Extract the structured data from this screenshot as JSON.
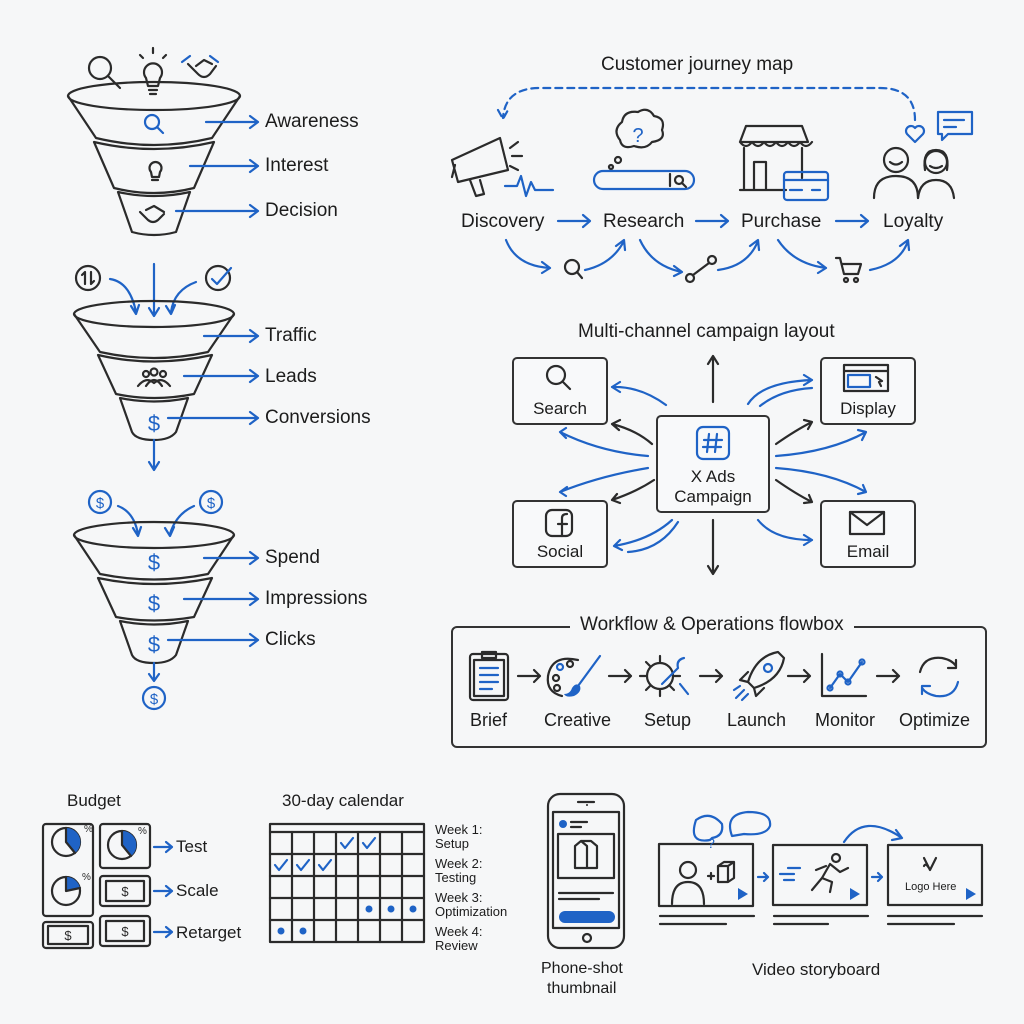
{
  "colors": {
    "accent": "#1f63c6",
    "ink": "#2b2b2b",
    "background": "#f6f7f8"
  },
  "funnel_awareness": {
    "top_icons": [
      "search-icon",
      "lightbulb-icon",
      "handshake-icon"
    ],
    "stages": [
      {
        "label": "Awareness",
        "icon": "search-icon"
      },
      {
        "label": "Interest",
        "icon": "lightbulb-icon"
      },
      {
        "label": "Decision",
        "icon": "handshake-icon"
      }
    ]
  },
  "funnel_traffic": {
    "inputs": [
      "sort-arrows-icon",
      "down-arrow",
      "checkmark-circle-icon"
    ],
    "stages": [
      {
        "label": "Traffic",
        "icon": ""
      },
      {
        "label": "Leads",
        "icon": "people-group-icon"
      },
      {
        "label": "Conversions",
        "icon": "dollar-icon"
      }
    ]
  },
  "funnel_spend": {
    "inputs": [
      "dollar-coin-icon",
      "dollar-coin-icon"
    ],
    "stages": [
      {
        "label": "Spend",
        "icon": "dollar-icon"
      },
      {
        "label": "Impressions",
        "icon": "dollar-icon"
      },
      {
        "label": "Clicks",
        "icon": "dollar-icon"
      }
    ],
    "output": "dollar-coin-icon"
  },
  "journey": {
    "title": "Customer journey map",
    "steps": [
      "Discovery",
      "Research",
      "Purchase",
      "Loyalty"
    ]
  },
  "campaign": {
    "title": "Multi-channel campaign layout",
    "center": {
      "line1": "X Ads",
      "line2": "Campaign",
      "icon": "hashtag-icon"
    },
    "channels": [
      "Search",
      "Display",
      "Social",
      "Email"
    ]
  },
  "workflow": {
    "title": "Workflow & Operations flowbox",
    "steps": [
      "Brief",
      "Creative",
      "Setup",
      "Launch",
      "Monitor",
      "Optimize"
    ]
  },
  "budget": {
    "title": "Budget",
    "items": [
      "Test",
      "Scale",
      "Retarget"
    ]
  },
  "calendar": {
    "title": "30-day calendar",
    "weeks": [
      {
        "line1": "Week 1:",
        "line2": "Setup"
      },
      {
        "line1": "Week 2:",
        "line2": "Testing"
      },
      {
        "line1": "Week 3:",
        "line2": "Optimization"
      },
      {
        "line1": "Week 4:",
        "line2": "Review"
      }
    ],
    "grid": [
      [
        "",
        "",
        "",
        "check",
        "check",
        "",
        ""
      ],
      [
        "check",
        "check",
        "check",
        "",
        "",
        "",
        ""
      ],
      [
        "",
        "",
        "",
        "",
        "",
        "",
        ""
      ],
      [
        "",
        "",
        "",
        "",
        "dot",
        "dot",
        "dot"
      ],
      [
        "dot",
        "dot",
        "",
        "",
        "",
        "",
        ""
      ]
    ]
  },
  "phone": {
    "caption_line1": "Phone-shot",
    "caption_line2": "thumbnail"
  },
  "storyboard": {
    "title": "Video storyboard",
    "logo_text": "Logo Here",
    "logo_glyph": "Y"
  }
}
